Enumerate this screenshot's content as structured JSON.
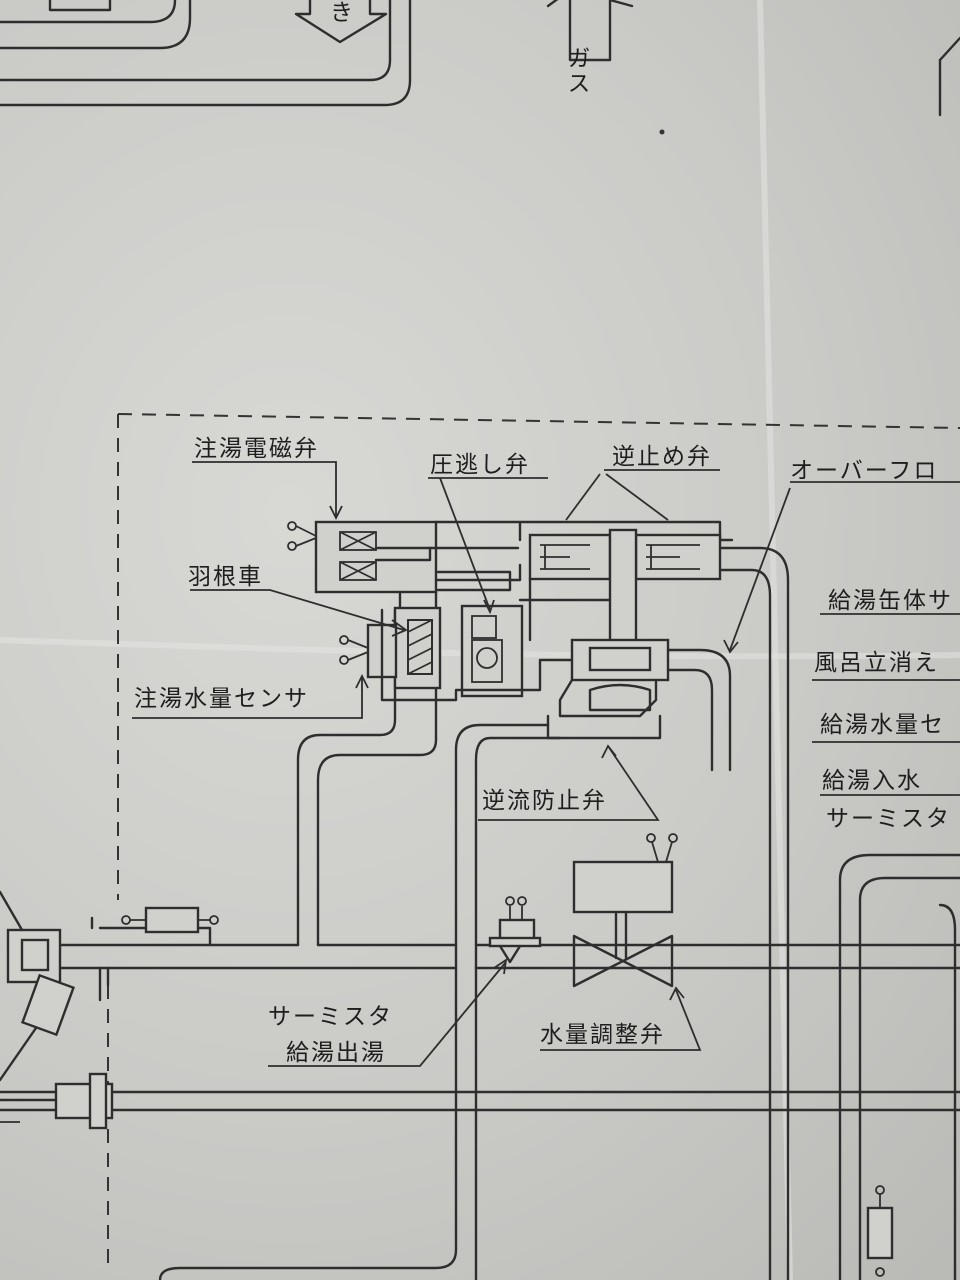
{
  "labels": {
    "valve_fill_solenoid": "注湯電磁弁",
    "pressure_relief": "圧逃し弁",
    "check_valve": "逆止め弁",
    "overflow": "オーバーフロ",
    "impeller": "羽根車",
    "fill_flow_sensor": "注湯水量センサ",
    "backflow_preventer": "逆流防止弁",
    "thermistor_top": "サーミスタ",
    "hot_water_outlet": "給湯出湯",
    "flow_adjust_valve": "水量調整弁",
    "heater_body": "給湯缶体サ",
    "bath_flame": "風呂立消え",
    "hot_flow_sensor": "給湯水量セ",
    "hot_water_inlet": "給湯入水",
    "thermistor_right": "サーミスタ",
    "arrow_ki": "き",
    "arrow_gas": "ガス"
  }
}
